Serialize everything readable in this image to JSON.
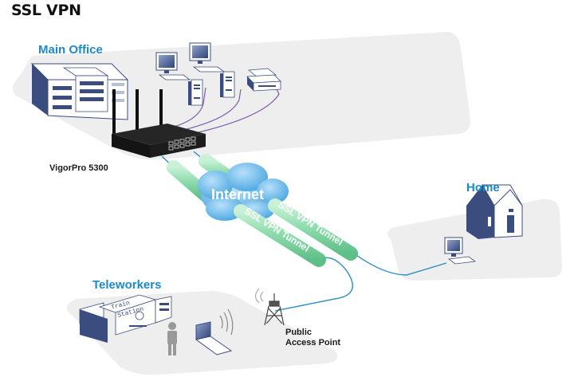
{
  "title": "SSL VPN",
  "sites": {
    "main_office": "Main Office",
    "home": "Home",
    "teleworkers": "Teleworkers"
  },
  "devices": {
    "router": "VigorPro 5300",
    "access_point_line1": "Public",
    "access_point_line2": "Access Point",
    "train_station_line1": "Train",
    "train_station_line2": "Station"
  },
  "cloud": "Internet",
  "tunnels": [
    "SSL VPN Tunnel",
    "SSL VPN Tunnel"
  ],
  "colors": {
    "label_blue": "#1c8ac8",
    "device_navy": "#3b4d7e",
    "tunnel_green": "#8fdcae",
    "cable_blue": "#2a8cc4",
    "lan_purple": "#7a5cb0",
    "cloud_blue": "#5fb4e8"
  }
}
